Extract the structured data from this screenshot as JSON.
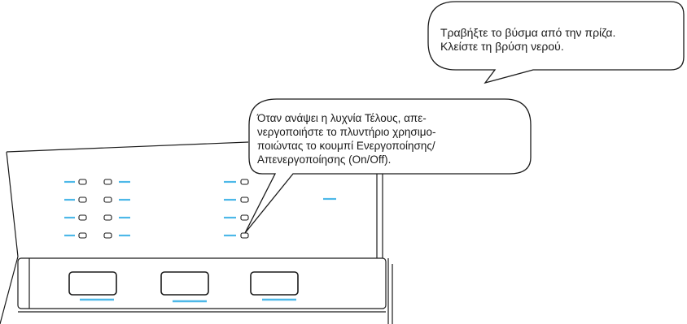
{
  "callouts": {
    "top": {
      "lines": [
        "Τραβήξτε το βύσμα από την πρίζα.",
        "Κλείστε τη βρύση νερού."
      ]
    },
    "middle": {
      "lines": [
        "Όταν ανάψει η λυχνία Τέλους, απε-",
        "νεργοποιήστε το πλυντήριο χρησιμο-",
        "ποιώντας το κουμπί Ενεργοποίησης/",
        "Απενεργοποίησης (On/Off)."
      ]
    }
  },
  "panel": {
    "buttons": [
      "left-button",
      "middle-button",
      "right-button"
    ],
    "indicator_rows": 4,
    "highlighted_indicator": "end-indicator"
  },
  "colors": {
    "line": "#1a1a1a",
    "accent_blue": "#4db8e8",
    "background": "#ffffff"
  }
}
